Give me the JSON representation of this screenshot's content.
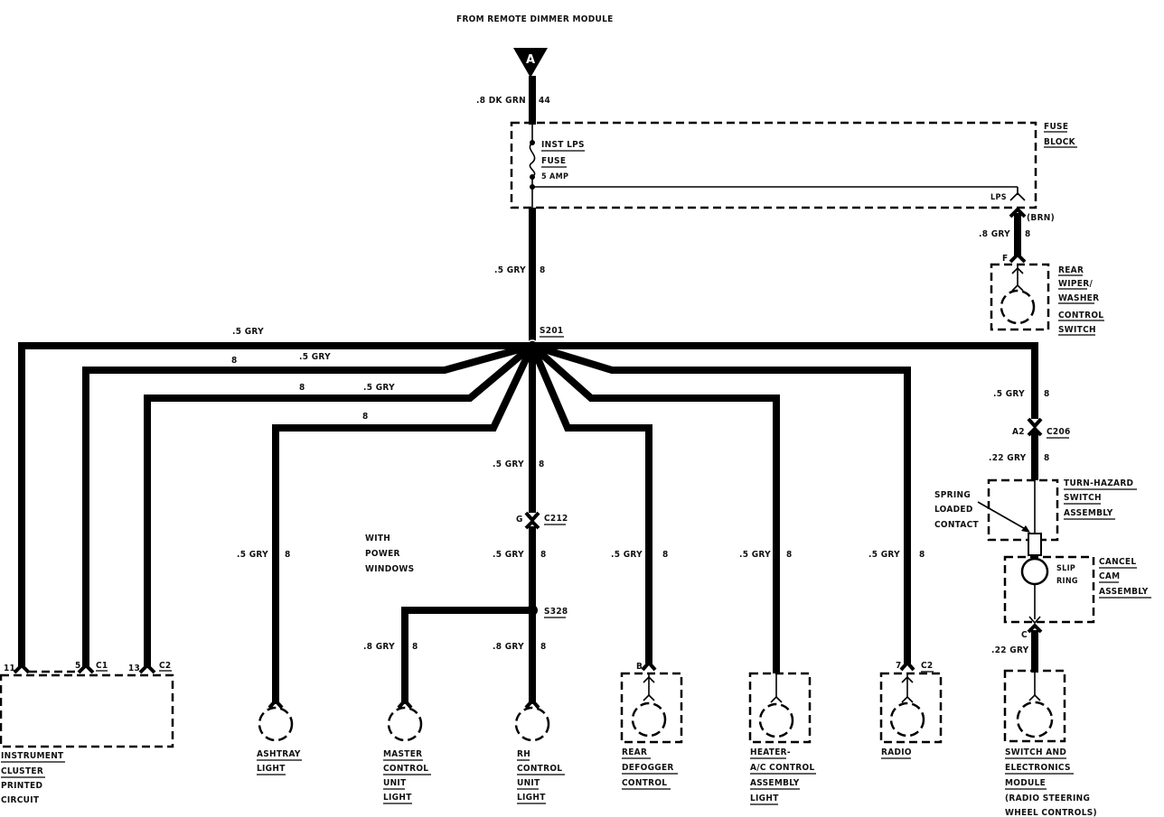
{
  "title": "FROM REMOTE DIMMER MODULE",
  "source_connector": "A",
  "feed_wire": {
    "gauge_color": ".8 DK GRN",
    "circuit": "44"
  },
  "fuse_block": {
    "label": [
      "FUSE",
      "BLOCK"
    ],
    "fuse_label": [
      "INST LPS",
      "FUSE",
      "5 AMP"
    ],
    "lps_terminal": "LPS"
  },
  "main_wire": {
    "gauge_color": ".5 GRY",
    "circuit": "8"
  },
  "splice_s201": "S201",
  "rear_wiper": {
    "wire_note": "(BRN)",
    "gauge_color": ".8 GRY",
    "circuit": "8",
    "pin": "F",
    "label": [
      "REAR",
      "WIPER/",
      "WASHER",
      "CONTROL",
      "SWITCH"
    ]
  },
  "branches": {
    "top": {
      "gauge_color": ".5 GRY"
    },
    "second": {
      "circuit": "8",
      "gauge_color": ".5 GRY"
    },
    "third": {
      "circuit": "8",
      "gauge_color": ".5 GRY"
    },
    "fourth": {
      "circuit": "8"
    }
  },
  "instrument_cluster": {
    "pins": [
      "11",
      "5",
      "13"
    ],
    "connectors": [
      "C1",
      "C2"
    ],
    "label": [
      "INSTRUMENT",
      "CLUSTER",
      "PRINTED",
      "CIRCUIT"
    ]
  },
  "ashtray": {
    "gauge_color": ".5 GRY",
    "circuit": "8",
    "label": [
      "ASHTRAY",
      "LIGHT"
    ]
  },
  "power_windows_note": [
    "WITH",
    "POWER",
    "WINDOWS"
  ],
  "center_chain": {
    "upper": {
      "gauge_color": ".5 GRY",
      "circuit": "8"
    },
    "connector_pin": "G",
    "connector": "C212",
    "lower": {
      "gauge_color": ".5 GRY",
      "circuit": "8"
    },
    "splice": "S328"
  },
  "master_control": {
    "gauge_color": ".8 GRY",
    "circuit": "8",
    "label": [
      "MASTER",
      "CONTROL",
      "UNIT",
      "LIGHT"
    ]
  },
  "rh_control": {
    "gauge_color": ".8 GRY",
    "circuit": "8",
    "label": [
      "RH",
      "CONTROL",
      "UNIT",
      "LIGHT"
    ]
  },
  "rear_defogger": {
    "gauge_color": ".5 GRY",
    "circuit": "8",
    "pin": "B",
    "label": [
      "REAR",
      "DEFOGGER",
      "CONTROL"
    ]
  },
  "heater_ac": {
    "gauge_color": ".5 GRY",
    "circuit": "8",
    "label": [
      "HEATER-",
      "A/C CONTROL",
      "ASSEMBLY",
      "LIGHT"
    ]
  },
  "radio": {
    "gauge_color": ".5 GRY",
    "circuit": "8",
    "pin": "7",
    "connector": "C2",
    "label": [
      "RADIO"
    ]
  },
  "steering": {
    "upper": {
      "gauge_color": ".5 GRY",
      "circuit": "8"
    },
    "connector_pin": "A2",
    "connector": "C206",
    "lower": {
      "gauge_color": ".22 GRY",
      "circuit": "8"
    },
    "spring_note": [
      "SPRING",
      "LOADED",
      "CONTACT"
    ],
    "turn_hazard_label": [
      "TURN-HAZARD",
      "SWITCH",
      "ASSEMBLY"
    ],
    "slip_ring": [
      "SLIP",
      "RING"
    ],
    "cancel_cam_label": [
      "CANCEL",
      "CAM",
      "ASSEMBLY"
    ],
    "bottom_pin": "C",
    "bottom_gauge_color": ".22 GRY",
    "module_label": [
      "SWITCH AND",
      "ELECTRONICS",
      "MODULE",
      "(RADIO STEERING",
      "WHEEL CONTROLS)"
    ]
  }
}
